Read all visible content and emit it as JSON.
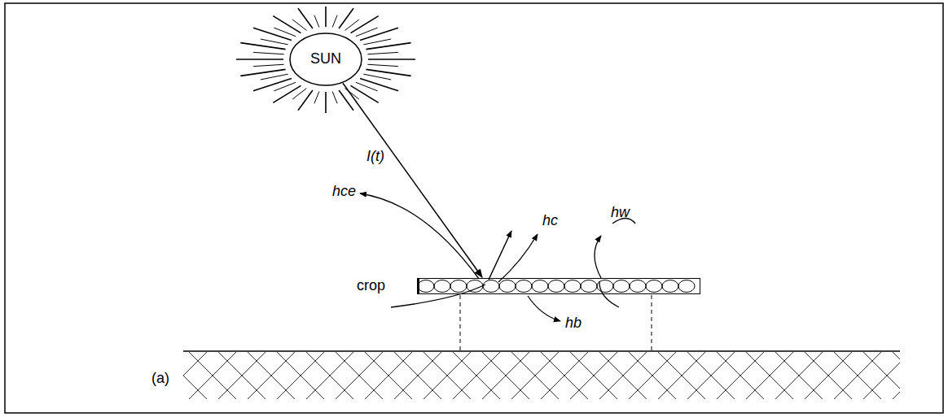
{
  "diagram": {
    "nodes": [
      {
        "text": [
          "SUN"
        ]
      },
      {
        "text": [
          "crop"
        ]
      }
    ],
    "edges": [
      {
        "from": 0,
        "to": 1,
        "arrow": "to",
        "label": "I(t)"
      }
    ],
    "labels": [
      "hce",
      "hc",
      "hw",
      "hb",
      "(a)"
    ]
  }
}
